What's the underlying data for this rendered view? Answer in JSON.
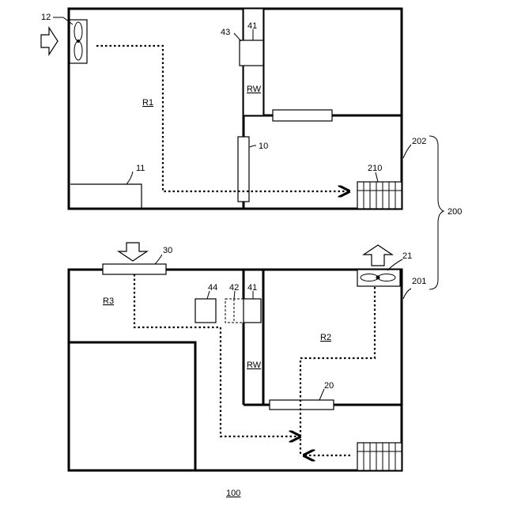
{
  "labels": {
    "fan_upper": "12",
    "box_43": "43",
    "partition_41_upper": "41",
    "rw_upper": "RW",
    "room_r1": "R1",
    "unit_11": "11",
    "unit_10": "10",
    "floor_202": "202",
    "grille_210": "210",
    "group_200": "200",
    "vent_30": "30",
    "fan_21": "21",
    "room_r3": "R3",
    "box_44": "44",
    "box_42": "42",
    "partition_41_lower": "41",
    "floor_201": "201",
    "room_r2": "R2",
    "rw_lower": "RW",
    "unit_20": "20",
    "building_100": "100"
  }
}
